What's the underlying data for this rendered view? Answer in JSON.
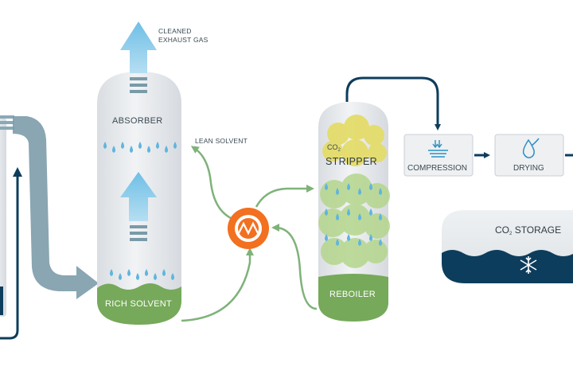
{
  "labels": {
    "cleaned_exhaust_line1": "CLEANED",
    "cleaned_exhaust_line2": "EXHAUST GAS",
    "absorber": "ABSORBER",
    "lean_solvent": "LEAN SOLVENT",
    "rich_solvent": "RICH SOLVENT",
    "co2_prefix": "CO",
    "co2_sub": "2",
    "stripper": "STRIPPER",
    "reboiler": "REBOILER",
    "compression": "COMPRESSION",
    "drying": "DRYING",
    "storage_suffix": "STORAGE"
  },
  "colors": {
    "tank_grey": "#e4e7ea",
    "green": "#76a95a",
    "green_line": "#7fb27a",
    "navy": "#0d3d5c",
    "light_blue": "#7cc4e6",
    "steel": "#7c9caa",
    "orange": "#f2701f",
    "yellow": "#e4dc6a",
    "drop_blue": "#5fb5de"
  },
  "icons": [
    "compression-icon",
    "drying-icon",
    "snowflake-icon",
    "heat-exchanger-icon"
  ]
}
